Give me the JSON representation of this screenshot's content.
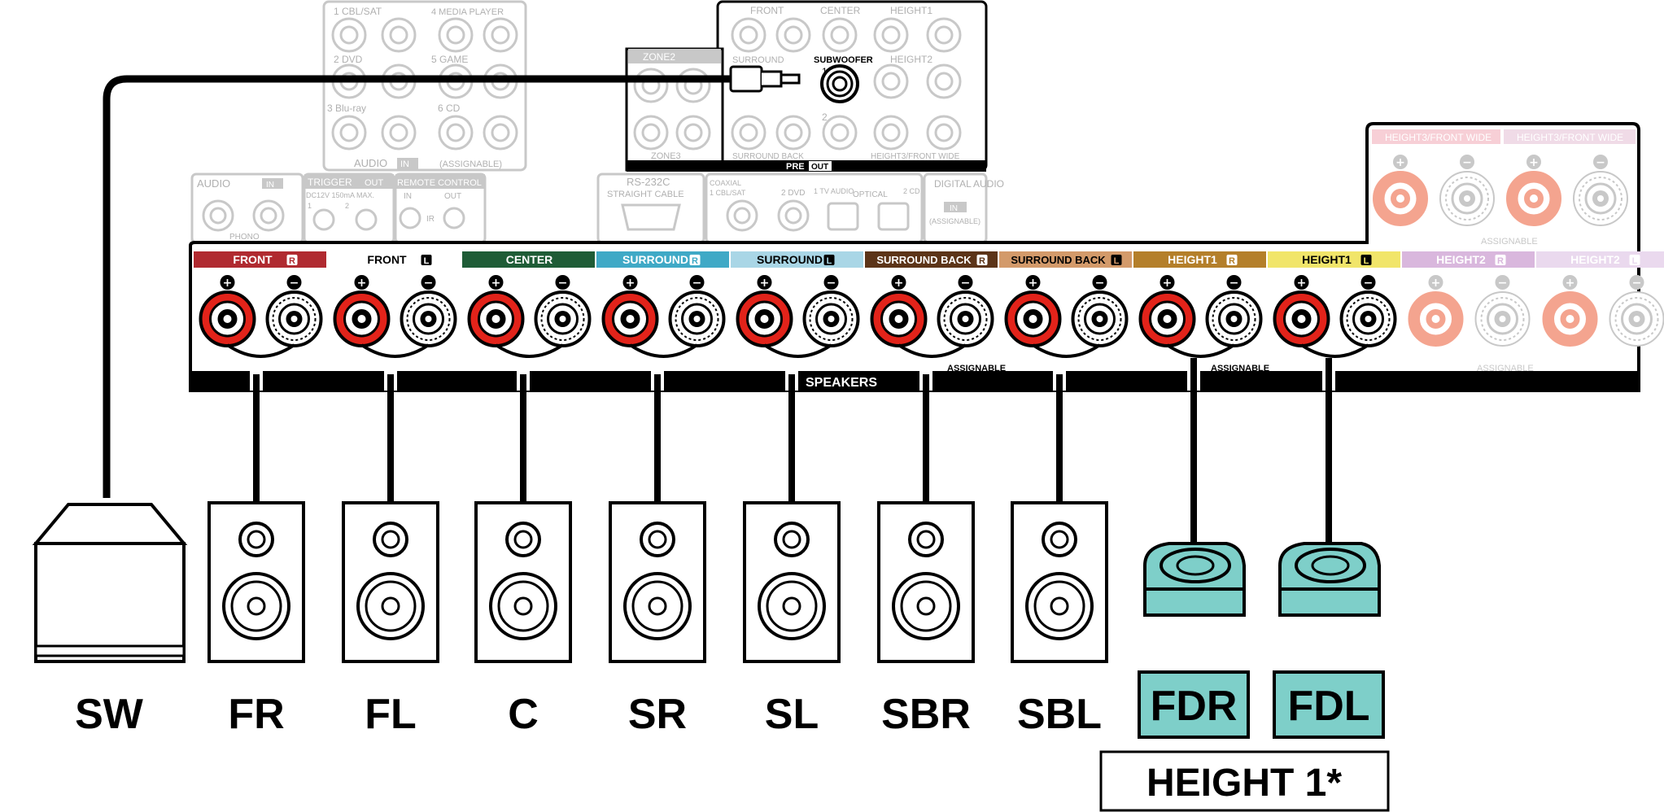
{
  "rear_panel": {
    "audio_inputs": {
      "labels": [
        "1 CBL/SAT",
        "4 MEDIA PLAYER",
        "2 DVD",
        "5 GAME",
        "3 Blu-ray",
        "6 CD"
      ],
      "footer": "AUDIO",
      "in_tag": "IN",
      "assignable": "(ASSIGNABLE)"
    },
    "pre_out": {
      "labels": [
        "FRONT",
        "CENTER",
        "HEIGHT1",
        "ZONE2",
        "SURROUND",
        "SUBWOOFER",
        "HEIGHT2",
        "ZONE3",
        "SURROUND BACK",
        "HEIGHT3/FRONT WIDE"
      ],
      "subwoofer_number": "1",
      "subwoofer_number_2": "2",
      "footer": "PRE",
      "footer_tag": "OUT"
    },
    "lower_section": {
      "audio_label": "AUDIO",
      "audio_tag": "IN",
      "phono": "PHONO",
      "trigger": "TRIGGER",
      "trigger_tag": "OUT",
      "trigger_spec": "DC12V 150mA MAX.",
      "trigger_ports": [
        "1",
        "2"
      ],
      "remote": "REMOTE CONTROL",
      "remote_in": "IN",
      "remote_out": "OUT",
      "remote_ir": "IR",
      "rs232c": "RS-232C",
      "straight_cable": "STRAIGHT CABLE",
      "coaxial": "COAXIAL",
      "coaxial_sub": "1 CBL/SAT",
      "dvd": "2 DVD",
      "tv_audio": "1 TV AUDIO",
      "optical": "OPTICAL",
      "cd": "2 CD",
      "digital_audio": "DIGITAL AUDIO",
      "digital_tag": "IN",
      "digital_assignable": "(ASSIGNABLE)"
    },
    "height3": {
      "label_r": "HEIGHT3/FRONT WIDE",
      "label_l": "HEIGHT3/FRONT WIDE",
      "assignable": "ASSIGNABLE"
    },
    "r_tag": "R",
    "l_tag": "L"
  },
  "speaker_terminals": {
    "channels": [
      {
        "label": "FRONT",
        "side": "R",
        "color": "#b02a30"
      },
      {
        "label": "FRONT",
        "side": "L",
        "color": "#ffffff"
      },
      {
        "label": "CENTER",
        "side": "",
        "color": "#1e5c36"
      },
      {
        "label": "SURROUND",
        "side": "R",
        "color": "#3fa9c6"
      },
      {
        "label": "SURROUND",
        "side": "L",
        "color": "#a9d6e6"
      },
      {
        "label": "SURROUND BACK",
        "side": "R",
        "color": "#5c3418"
      },
      {
        "label": "SURROUND BACK",
        "side": "L",
        "color": "#d39a6a"
      },
      {
        "label": "HEIGHT1",
        "side": "R",
        "color": "#b47f2a"
      },
      {
        "label": "HEIGHT1",
        "side": "L",
        "color": "#f1e56a"
      },
      {
        "label": "HEIGHT2",
        "side": "R",
        "color": "#d9b7dd"
      },
      {
        "label": "HEIGHT2",
        "side": "L",
        "color": "#ead9ee"
      }
    ],
    "speakers_label": "SPEAKERS",
    "assignable_1": "ASSIGNABLE",
    "assignable_2": "ASSIGNABLE",
    "assignable_3": "ASSIGNABLE",
    "plus": "+",
    "minus": "−"
  },
  "speakers": [
    {
      "id": "SW",
      "label": "SW",
      "kind": "subwoofer"
    },
    {
      "id": "FR",
      "label": "FR",
      "kind": "floor"
    },
    {
      "id": "FL",
      "label": "FL",
      "kind": "floor"
    },
    {
      "id": "C",
      "label": "C",
      "kind": "floor"
    },
    {
      "id": "SR",
      "label": "SR",
      "kind": "floor"
    },
    {
      "id": "SL",
      "label": "SL",
      "kind": "floor"
    },
    {
      "id": "SBR",
      "label": "SBR",
      "kind": "floor"
    },
    {
      "id": "SBL",
      "label": "SBL",
      "kind": "floor"
    },
    {
      "id": "FDR",
      "label": "FDR",
      "kind": "dolby"
    },
    {
      "id": "FDL",
      "label": "FDL",
      "kind": "dolby"
    }
  ],
  "height_group": {
    "label": "HEIGHT 1*"
  },
  "colors": {
    "red_terminal": "#e2231a",
    "dolby_teal": "#7ecfc9",
    "faded_gray": "#c8c8c8",
    "faded_red": "#f4a48f",
    "black": "#000000"
  }
}
